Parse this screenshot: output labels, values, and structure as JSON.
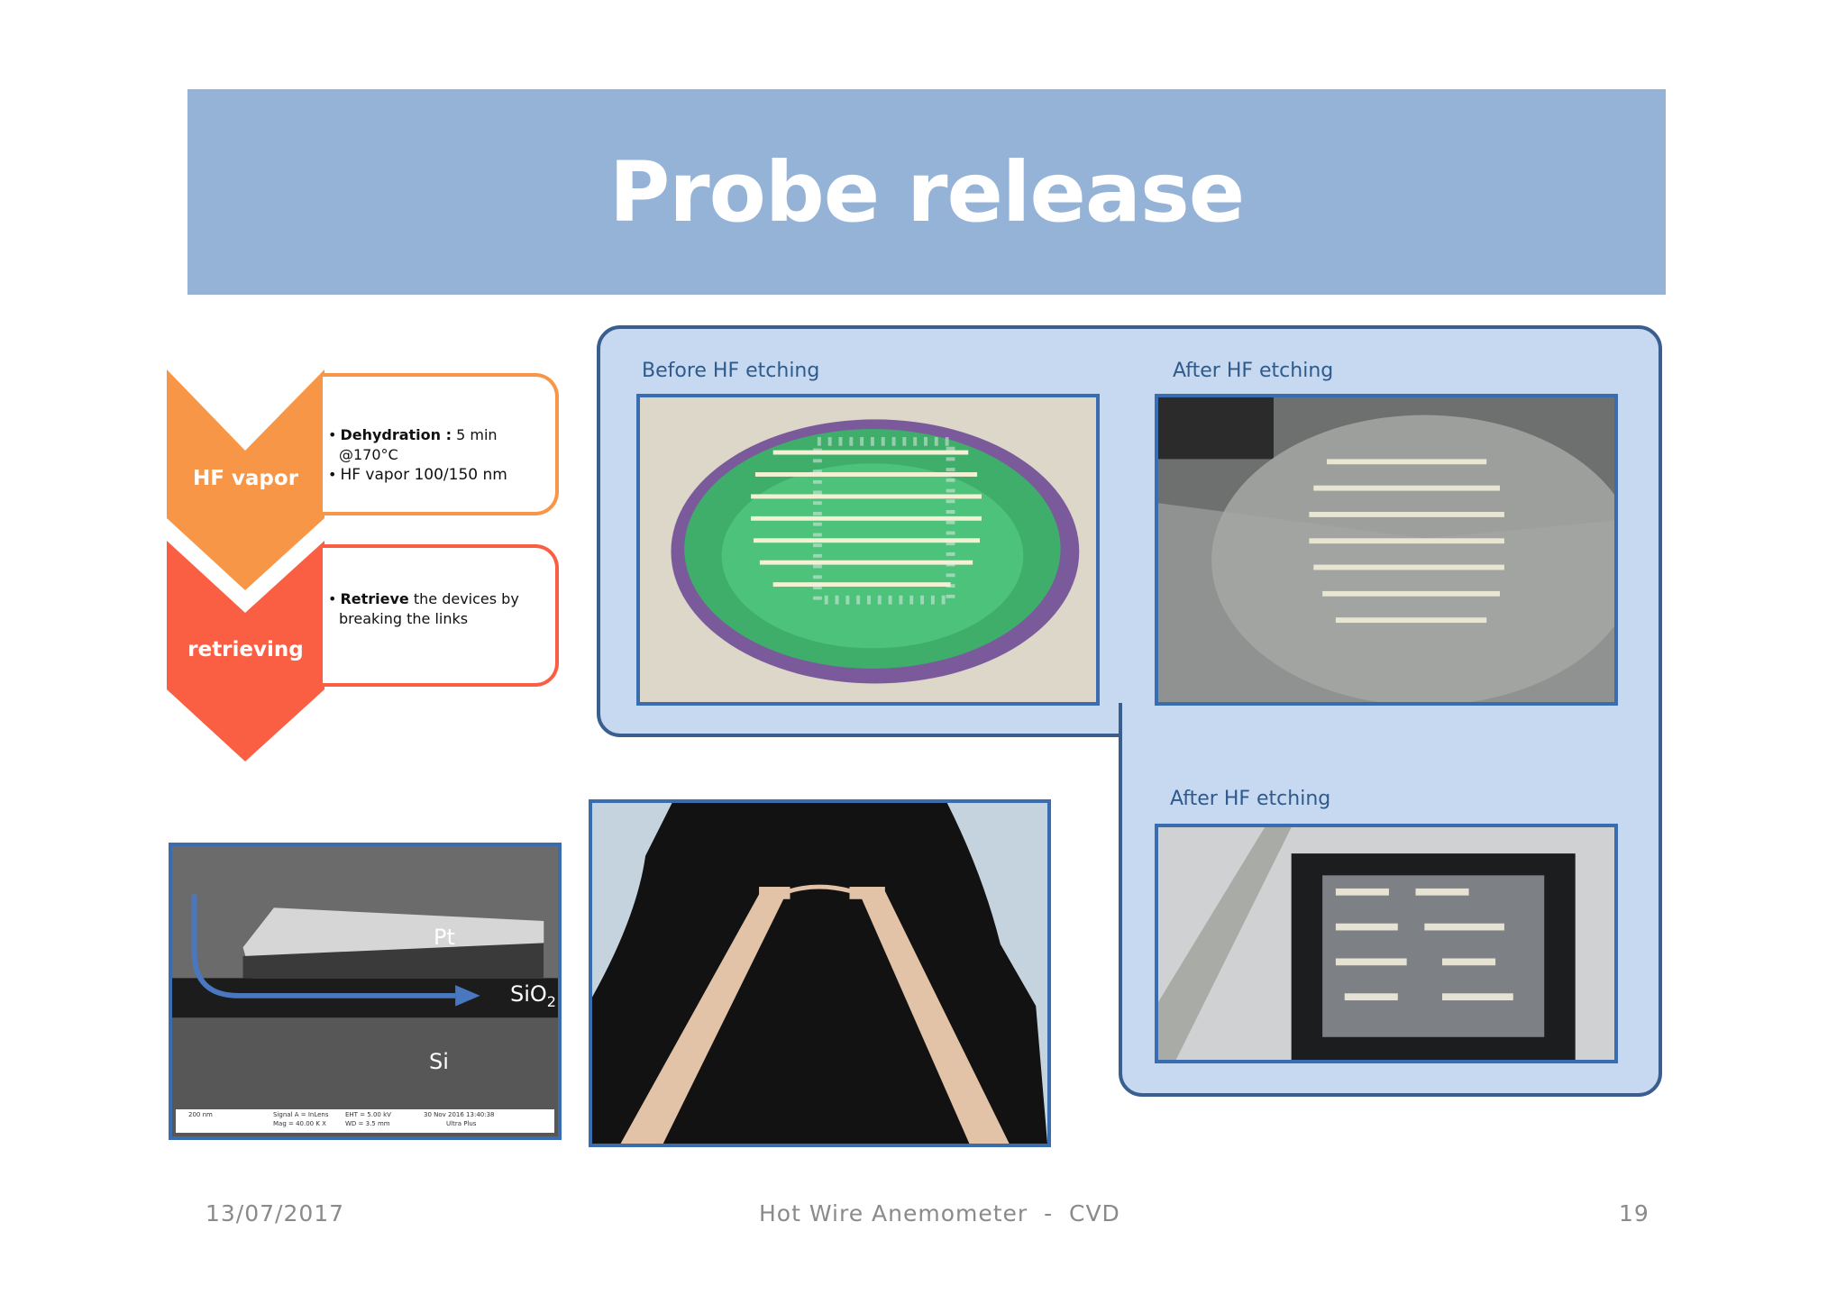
{
  "slide": {
    "title": "Probe release",
    "footer_date": "13/07/2017",
    "footer_center": "Hot Wire Anemometer  -  CVD",
    "page_number": "19"
  },
  "process": {
    "steps": [
      {
        "label": "HF vapor",
        "color": "#f79646",
        "bullets": [
          {
            "bold": "Dehydration :",
            "text": " 5 min @170°C"
          },
          {
            "bold": "",
            "text": "HF vapor 100/150 nm"
          }
        ]
      },
      {
        "label": "retrieving",
        "color": "#fb5f43",
        "bullets": [
          {
            "bold": "Retrieve",
            "text": " the devices by breaking the links"
          }
        ]
      }
    ]
  },
  "panels": {
    "before_label": "Before HF etching",
    "after_label_1": "After HF etching",
    "after_label_2": "After HF etching"
  },
  "sem": {
    "label_pt": "Pt",
    "label_sio2": "SiO",
    "label_sio2_sub": "2",
    "label_si": "Si",
    "scale": "200 nm",
    "signal": "Signal A = InLens",
    "mag": "Mag = 40.00 K X",
    "eht": "EHT = 5.00 kV",
    "wd": "WD = 3.5 mm",
    "date": "30 Nov 2016 13:40:38",
    "instrument": "Ultra Plus"
  },
  "colors": {
    "title_band": "#95b3d7",
    "panel_fill": "#c6d9f1",
    "panel_border": "#3a5f8f",
    "photo_border": "#3a6cb0"
  }
}
